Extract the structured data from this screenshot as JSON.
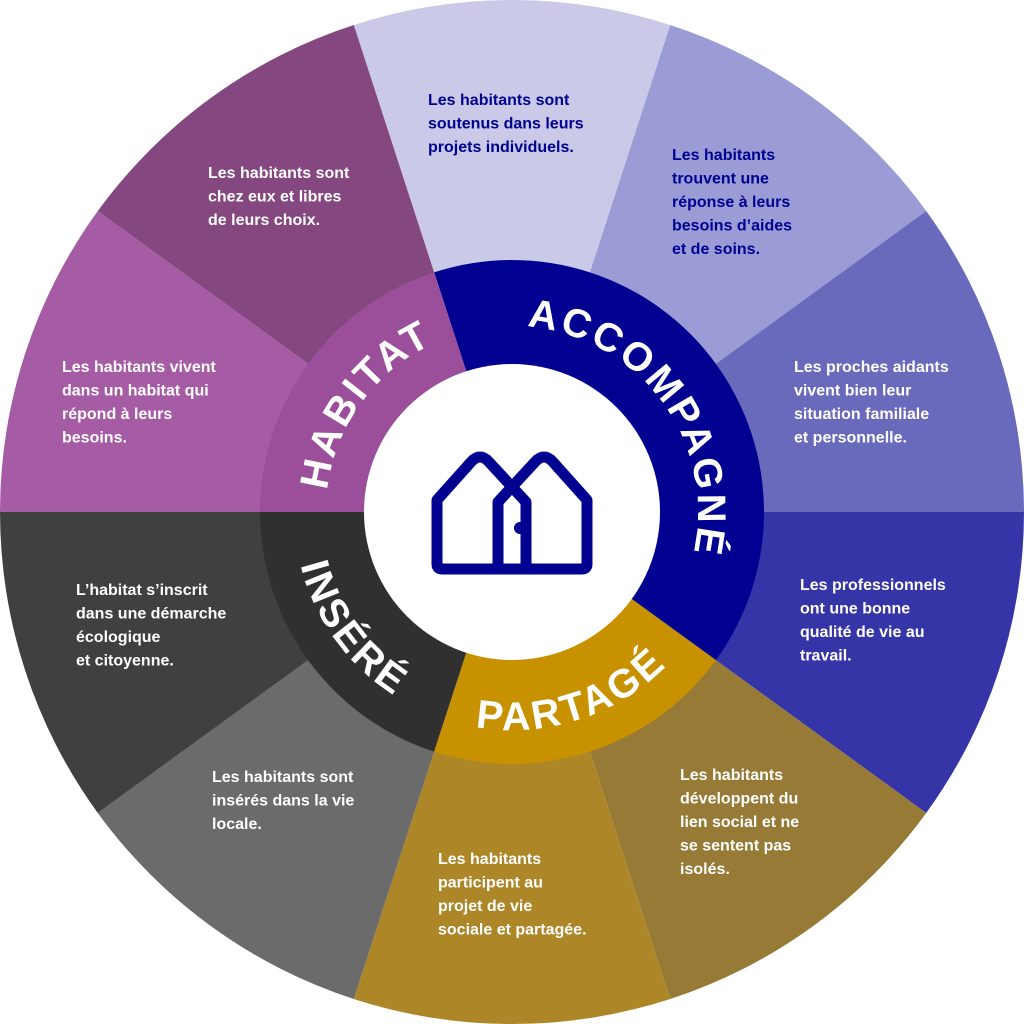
{
  "categories": [
    {
      "key": "habitat",
      "label": "HABITAT",
      "color": "#9B4F9B"
    },
    {
      "key": "accompagne",
      "label": "ACCOMPAGNÉ",
      "color": "#000091"
    },
    {
      "key": "partage",
      "label": "PARTAGÉ",
      "color": "#C79100"
    },
    {
      "key": "insere",
      "label": "INSÉRÉ",
      "color": "#303030"
    }
  ],
  "segments": [
    {
      "category": "accompagne",
      "color": "#CACAE8",
      "text_color": "#000091",
      "lines": [
        "Les habitants sont",
        "soutenus dans leurs",
        "projets individuels."
      ]
    },
    {
      "category": "accompagne",
      "color": "#9B9BD6",
      "text_color": "#000091",
      "lines": [
        "Les habitants",
        "trouvent une",
        "réponse à leurs",
        "besoins d’aides",
        "et de soins."
      ]
    },
    {
      "category": "accompagne",
      "color": "#6A6ABD",
      "text_color": "#ffffff",
      "lines": [
        "Les proches aidants",
        "vivent bien leur",
        "situation familiale",
        "et personnelle."
      ]
    },
    {
      "category": "accompagne",
      "color": "#3535A7",
      "text_color": "#ffffff",
      "lines": [
        "Les professionnels",
        "ont une bonne",
        "qualité de vie au",
        "travail."
      ]
    },
    {
      "category": "partage",
      "color": "#967A36",
      "text_color": "#ffffff",
      "lines": [
        "Les habitants",
        "développent du",
        "lien social et ne",
        "se sentent pas",
        "isolés."
      ]
    },
    {
      "category": "partage",
      "color": "#AD8628",
      "text_color": "#ffffff",
      "lines": [
        "Les habitants",
        "participent au",
        "projet de vie",
        "sociale et partagée."
      ]
    },
    {
      "category": "insere",
      "color": "#6B6B6B",
      "text_color": "#ffffff",
      "lines": [
        "Les habitants sont",
        "insérés dans la vie",
        "locale."
      ]
    },
    {
      "category": "insere",
      "color": "#404040",
      "text_color": "#ffffff",
      "lines": [
        "L’habitat s’inscrit",
        "dans une démarche",
        "écologique",
        "et citoyenne."
      ]
    },
    {
      "category": "habitat",
      "color": "#A55CA5",
      "text_color": "#ffffff",
      "lines": [
        "Les habitants vivent",
        "dans un habitat qui",
        "répond à leurs",
        "besoins."
      ]
    },
    {
      "category": "habitat",
      "color": "#84477F",
      "text_color": "#ffffff",
      "lines": [
        "Les habitants sont",
        "chez eux et libres",
        "de leurs choix."
      ]
    }
  ],
  "center_icon": "house-logo-icon",
  "icon_color": "#000091"
}
